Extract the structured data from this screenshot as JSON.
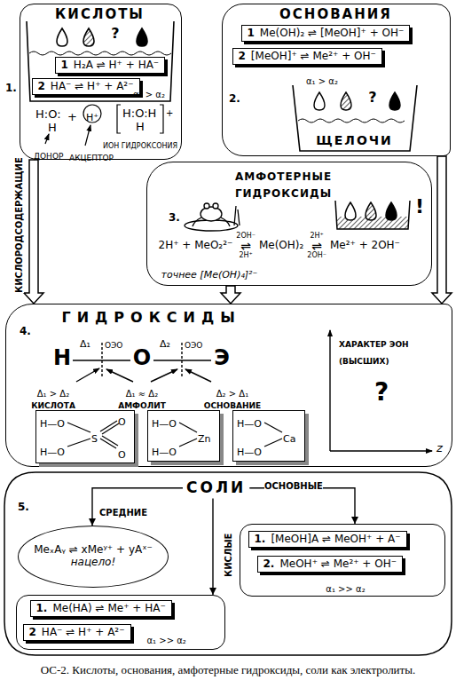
{
  "diagram": {
    "caption": "ОС-2. Кислоты, основания, амфотерные гидроксиды, соли как электролиты.",
    "nodes": [
      {
        "text": [
          "КИСЛОТЫ"
        ]
      },
      {
        "text": [
          "1",
          "H₂A ⇌ H⁺ + HA⁻"
        ],
        "in": 0
      },
      {
        "text": [
          "2",
          "HA⁻ ⇌ H⁺ + A²⁻"
        ],
        "in": 0
      },
      {
        "text": [
          "ОСНОВАНИЯ"
        ]
      },
      {
        "text": [
          "1",
          "Me(OH)₂ ⇌ [MeOH]⁺ + OH⁻"
        ],
        "in": 3
      },
      {
        "text": [
          "2",
          "[MeOH]⁺ ⇌ Me²⁺ + OH⁻"
        ],
        "in": 3
      },
      {
        "text": [
          "ЩЕЛОЧИ"
        ],
        "in": 3
      },
      {
        "text": [
          "АМФОТЕРНЫЕ ГИДРОКСИДЫ",
          "2H⁺ + MeO₂²⁻",
          "2OH⁻",
          "⇌",
          "2H⁺",
          "Me(OH)₂",
          "2H⁺",
          "⇌",
          "2OH⁻",
          "Me²⁺ + 2OH⁻",
          "точнее [Me(OH)₄]²⁻"
        ]
      },
      {
        "text": [
          "ГИДРОКСИДЫ"
        ]
      },
      {
        "text": [
          "H—O",
          "H—O",
          "S",
          "O",
          "O"
        ],
        "in": 8
      },
      {
        "text": [
          "H—O",
          "H—O",
          "Zn"
        ],
        "in": 8
      },
      {
        "text": [
          "H—O",
          "H—O",
          "Ca"
        ],
        "in": 8
      },
      {
        "text": [
          "СОЛИ"
        ]
      },
      {
        "text": [
          "MeₓAᵧ ⇌ xMeʸ⁺ + yAˣ⁻",
          "нацело!"
        ]
      },
      {
        "text": [
          "α₁ >> α₂"
        ]
      },
      {
        "text": [
          "1.",
          "Me(HA) ⇌ Me⁺ + HA⁻"
        ],
        "in": 14
      },
      {
        "text": [
          "2",
          "HA⁻ ⇌ H⁺ + A²⁻"
        ],
        "in": 14
      },
      {
        "text": [
          "α₁ >> α₂"
        ]
      },
      {
        "text": [
          "1.",
          "[MeOH]A ⇌ MeOH⁺ + A⁻"
        ],
        "in": 17
      },
      {
        "text": [
          "2.",
          "MeOH⁺ ⇌ Me²⁺ + OH⁻"
        ],
        "in": 17
      }
    ],
    "edges": [
      {
        "from": 0,
        "to": 8,
        "label": "КИСЛОРОДСОДЕРЖАЩИЕ",
        "arrow": "to"
      },
      {
        "from": 3,
        "to": 8,
        "arrow": "to"
      },
      {
        "from": 7,
        "to": 8,
        "arrow": "to"
      },
      {
        "from": 12,
        "to": 13,
        "label": "СРЕДНИЕ",
        "arrow": "to"
      },
      {
        "from": 12,
        "to": 14,
        "label": "КИСЛЫЕ",
        "arrow": "to"
      },
      {
        "from": 12,
        "to": 17,
        "label": "ОСНОВНЫЕ",
        "arrow": "to"
      }
    ],
    "labels": [
      "1.",
      "?",
      "α₁ > α₂",
      "H:O:",
      "H",
      "+",
      "H⁺",
      "H:O:H",
      "H",
      "+",
      "ДОНОР",
      "АКЦЕПТОР",
      "ИОН ГИДРОКСОНИЯ",
      "2.",
      "α₁ > α₂",
      "?",
      "3.",
      "!",
      "4.",
      "H",
      "O",
      "Э",
      "Δ₁",
      "ОЭО",
      "Δ₂",
      "ОЭО",
      "Δ₁ > Δ₂",
      "КИСЛОТА",
      "Δ₁ ≈ Δ₂",
      "АМФОЛИТ",
      "Δ₂ > Δ₁",
      "ОСНОВАНИЕ",
      "ХАРАКТЕР ЭОН (ВЫСШИХ)",
      "?",
      "z",
      "5."
    ]
  }
}
